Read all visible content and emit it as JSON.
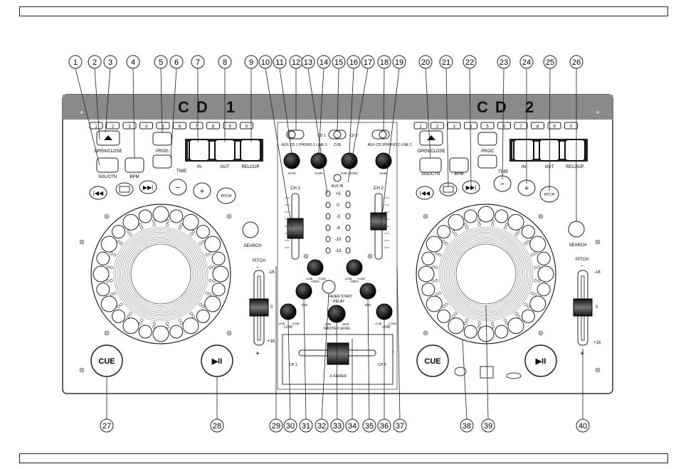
{
  "deck_titles": [
    "CD 1",
    "CD 2"
  ],
  "track_numbers_left": [
    "1",
    "2",
    "3",
    "4",
    "5",
    "6",
    "7",
    "8",
    "9",
    "0"
  ],
  "track_numbers_right": [
    "1",
    "2",
    "3",
    "4",
    "5",
    "6",
    "7",
    "8",
    "9",
    "0"
  ],
  "deck_labels": {
    "open_close": "OPEN/CLOSE",
    "sgl_ctn": "SGL/CTN",
    "bpm": "BPM",
    "prog": "PROG",
    "time": "TIME",
    "in": "IN",
    "out": "OUT",
    "reloop": "RELOOP",
    "search": "SEARCH",
    "pitch": "PITCH",
    "pitch_minus": "-",
    "pitch_plus": "+",
    "pitch_top_value": "-16",
    "pitch_mid_value": "0",
    "pitch_bottom_value": "+16",
    "cue": "CUE",
    "play_pause": "▶II",
    "pitch_btn": "PITCH",
    "minus_btn": "−",
    "plus_btn": "+"
  },
  "mixer_labels": {
    "aux_cd1": "AUX CD 1",
    "phono1_line1": "PHONO 1 LINE 1",
    "cd1": "CD 1",
    "cd2": "CD 2",
    "cue": "CUE",
    "aux_cd2": "AUX CD 2",
    "phono2_line2": "PHONO 2 LINE 2",
    "gain": "GAIN",
    "cue_level": "CUE LEVEL",
    "aux_in": "AUX IN",
    "ch1": "CH 1",
    "ch2": "CH 2",
    "vu_levels": [
      "+3",
      "0",
      "-3",
      "-6",
      "-10",
      "-13"
    ],
    "fader_start": "FADER START",
    "relay": "RELAY",
    "master_level": "MASTER LEVEL",
    "min": "MIN",
    "max": "MAX",
    "x_fader": "X-FADER",
    "ch1_low": "CH 1",
    "ch2_low": "CH 2",
    "high": "HIGH",
    "mid": "MID",
    "low": "LOW",
    "minus12db": "-12dB",
    "plus12db": "+12dB"
  },
  "callouts": [
    "1",
    "2",
    "3",
    "4",
    "5",
    "6",
    "7",
    "8",
    "9",
    "10",
    "11",
    "12",
    "13",
    "14",
    "15",
    "16",
    "17",
    "18",
    "19",
    "20",
    "21",
    "22",
    "23",
    "24",
    "25",
    "26"
  ],
  "bottom_callouts": [
    "27",
    "28",
    "29",
    "30",
    "31",
    "32",
    "33",
    "34",
    "35",
    "36",
    "37",
    "38",
    "39",
    "40"
  ]
}
